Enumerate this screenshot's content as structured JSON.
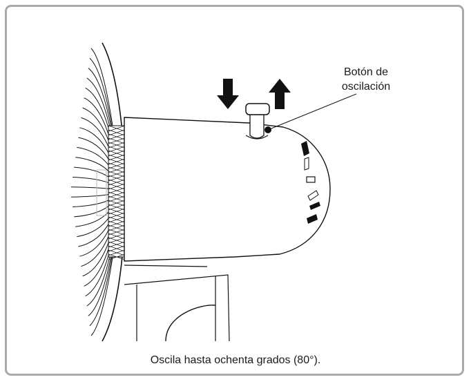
{
  "callout": {
    "line1": "Botón de",
    "line2": "oscilación"
  },
  "caption": "Oscila hasta ochenta grados (80°)."
}
